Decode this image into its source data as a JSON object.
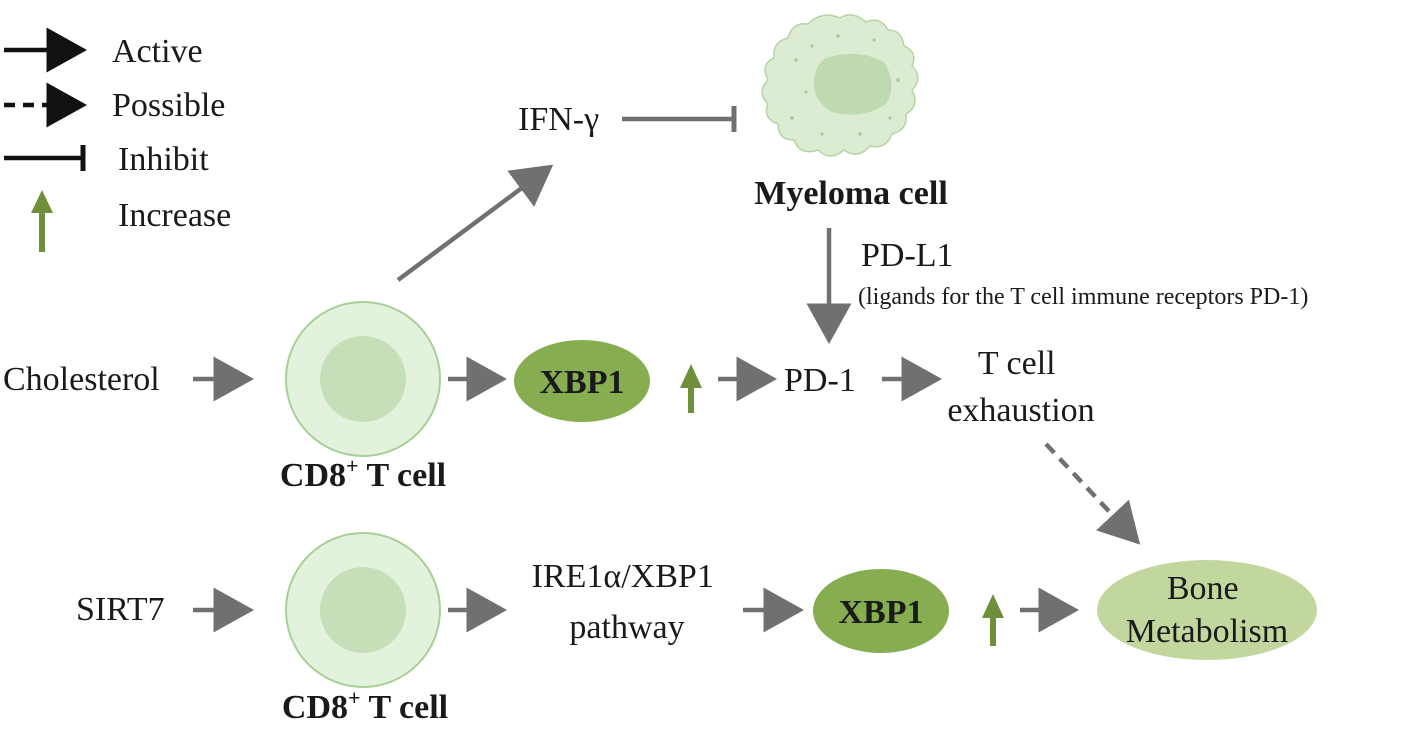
{
  "legend": {
    "active": "Active",
    "possible": "Possible",
    "inhibit": "Inhibit",
    "increase": "Increase"
  },
  "nodes": {
    "ifn": "IFN-γ",
    "myeloma": "Myeloma cell",
    "pdl1": "PD-L1",
    "pdl1_note": "(ligands for the T cell immune receptors PD-1)",
    "cholesterol": "Cholesterol",
    "cd8_top": "CD8",
    "cd8_top_sup": "+",
    "cd8_top_tail": " T cell",
    "xbp1_top": "XBP1",
    "pd1": "PD-1",
    "exhaustion_line1": "T cell",
    "exhaustion_line2": "exhaustion",
    "sirt7": "SIRT7",
    "cd8_bottom": "CD8",
    "cd8_bottom_sup": "+",
    "cd8_bottom_tail": " T cell",
    "ire_line1": "IRE1α/XBP1",
    "ire_line2": "pathway",
    "xbp1_bottom": "XBP1",
    "bone_line1": "Bone",
    "bone_line2": "Metabolism"
  },
  "colors": {
    "arrow_gray": "#707070",
    "legend_black": "#111111",
    "increase_green": "#6f8f3a",
    "xbp1_fill": "#86ad50",
    "bone_fill": "#c2d79d",
    "cell_outer": "#e3f2dc",
    "cell_outer_stroke": "#a8cf97",
    "cell_inner": "#c6dfb8",
    "myeloma_fill": "#dcecd2",
    "myeloma_nucleus": "#bfd9b1"
  }
}
